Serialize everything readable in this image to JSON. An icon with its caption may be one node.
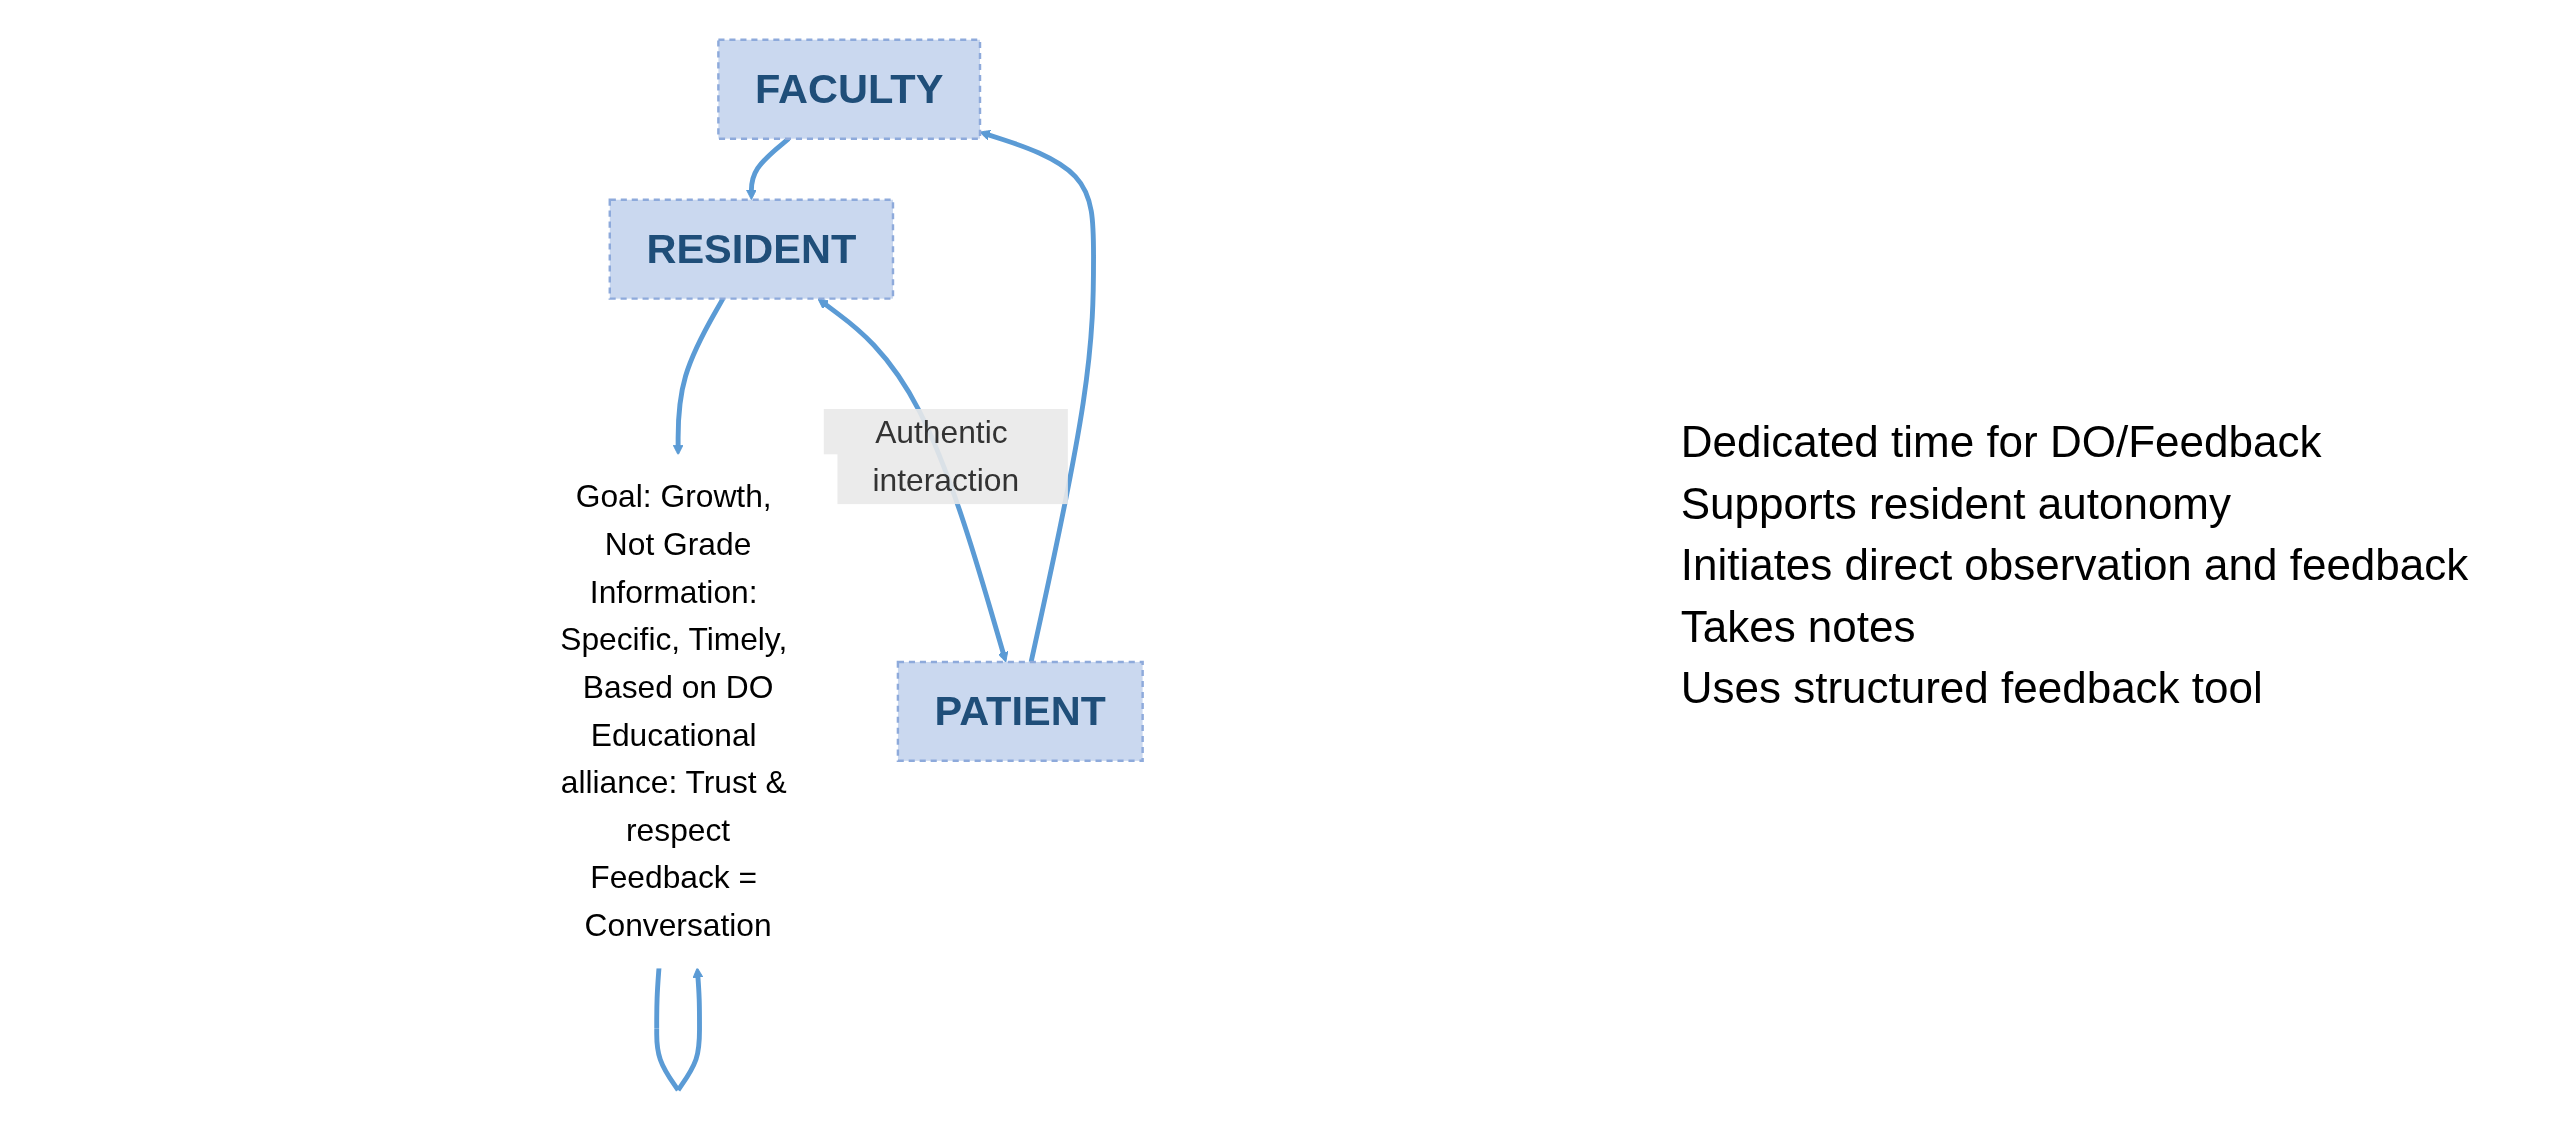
{
  "diagram": {
    "nodes": [
      {
        "text": [
          "FACULTY"
        ]
      },
      {
        "text": [
          "Goal: Growth, Not Grade",
          "Information: Specific, Timely, Based on DO",
          "Educational alliance: Trust & respect",
          "Feedback = Conversation"
        ]
      },
      {
        "text": [
          "RESIDENT"
        ]
      },
      {
        "text": [
          "PATIENT"
        ]
      }
    ],
    "edges": [
      {
        "from": 1,
        "to": 1,
        "arrow": "to"
      },
      {
        "from": 2,
        "to": 1,
        "arrow": "to"
      },
      {
        "from": 0,
        "to": 2,
        "arrow": "to"
      },
      {
        "from": 3,
        "to": 0,
        "arrow": "to"
      },
      {
        "from": 2,
        "to": 3,
        "label": "Authentic interaction",
        "arrow": "both"
      }
    ],
    "labels": [
      "Dedicated time for DO/Feedback",
      "Supports resident autonomy",
      "Initiates direct observation and feedback",
      "Takes notes",
      "Uses structured feedback tool"
    ]
  }
}
